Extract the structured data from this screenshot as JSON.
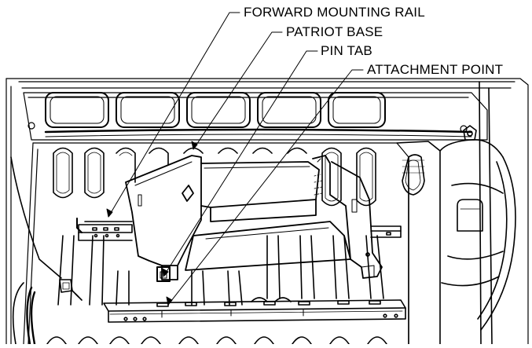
{
  "callouts": {
    "forward_mounting_rail": "FORWARD MOUNTING RAIL",
    "patriot_base": "PATRIOT BASE",
    "pin_tab": "PIN TAB",
    "attachment_point": "ATTACHMENT POINT"
  },
  "colors": {
    "ink": "#000000",
    "paper": "#ffffff"
  }
}
